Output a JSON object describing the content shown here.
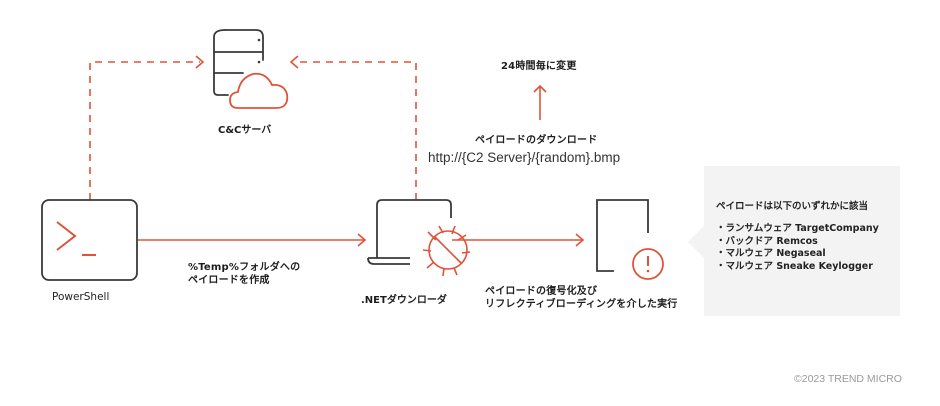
{
  "colors": {
    "accent": "#e0533a",
    "icon_stroke": "#3a3a3a",
    "note_bg": "#f3f3f3",
    "copyright": "#9a9a9a"
  },
  "nodes": {
    "cnc_server": {
      "label": "C&Cサーバ",
      "icon": "server-cloud-icon"
    },
    "powershell": {
      "label": "PowerShell",
      "icon": "terminal-prompt-icon"
    },
    "net_downloader": {
      "label": ".NETダウンローダ",
      "icon": "laptop-malware-icon"
    },
    "payload": {
      "icon": "document-alert-icon"
    }
  },
  "edges": {
    "ps_to_downloader": {
      "label_line1": "%Temp%フォルダへの",
      "label_line2": "ペイロードを作成"
    },
    "downloader_to_payload": {
      "label_line1": "ペイロードの復号化及び",
      "label_line2": "リフレクティブローディングを介した実行"
    },
    "download": {
      "label": "ペイロードのダウンロード",
      "url": "http://{C2 Server}/{random}.bmp"
    },
    "url_changes": {
      "label": "24時間毎に変更"
    }
  },
  "note": {
    "title": "ペイロードは以下のいずれかに該当",
    "items": [
      "ランサムウェア TargetCompany",
      "バックドア Remcos",
      "マルウェア Negaseal",
      "マルウェア Sneake Keylogger"
    ]
  },
  "footer": {
    "copyright": "©2023 TREND MICRO"
  }
}
